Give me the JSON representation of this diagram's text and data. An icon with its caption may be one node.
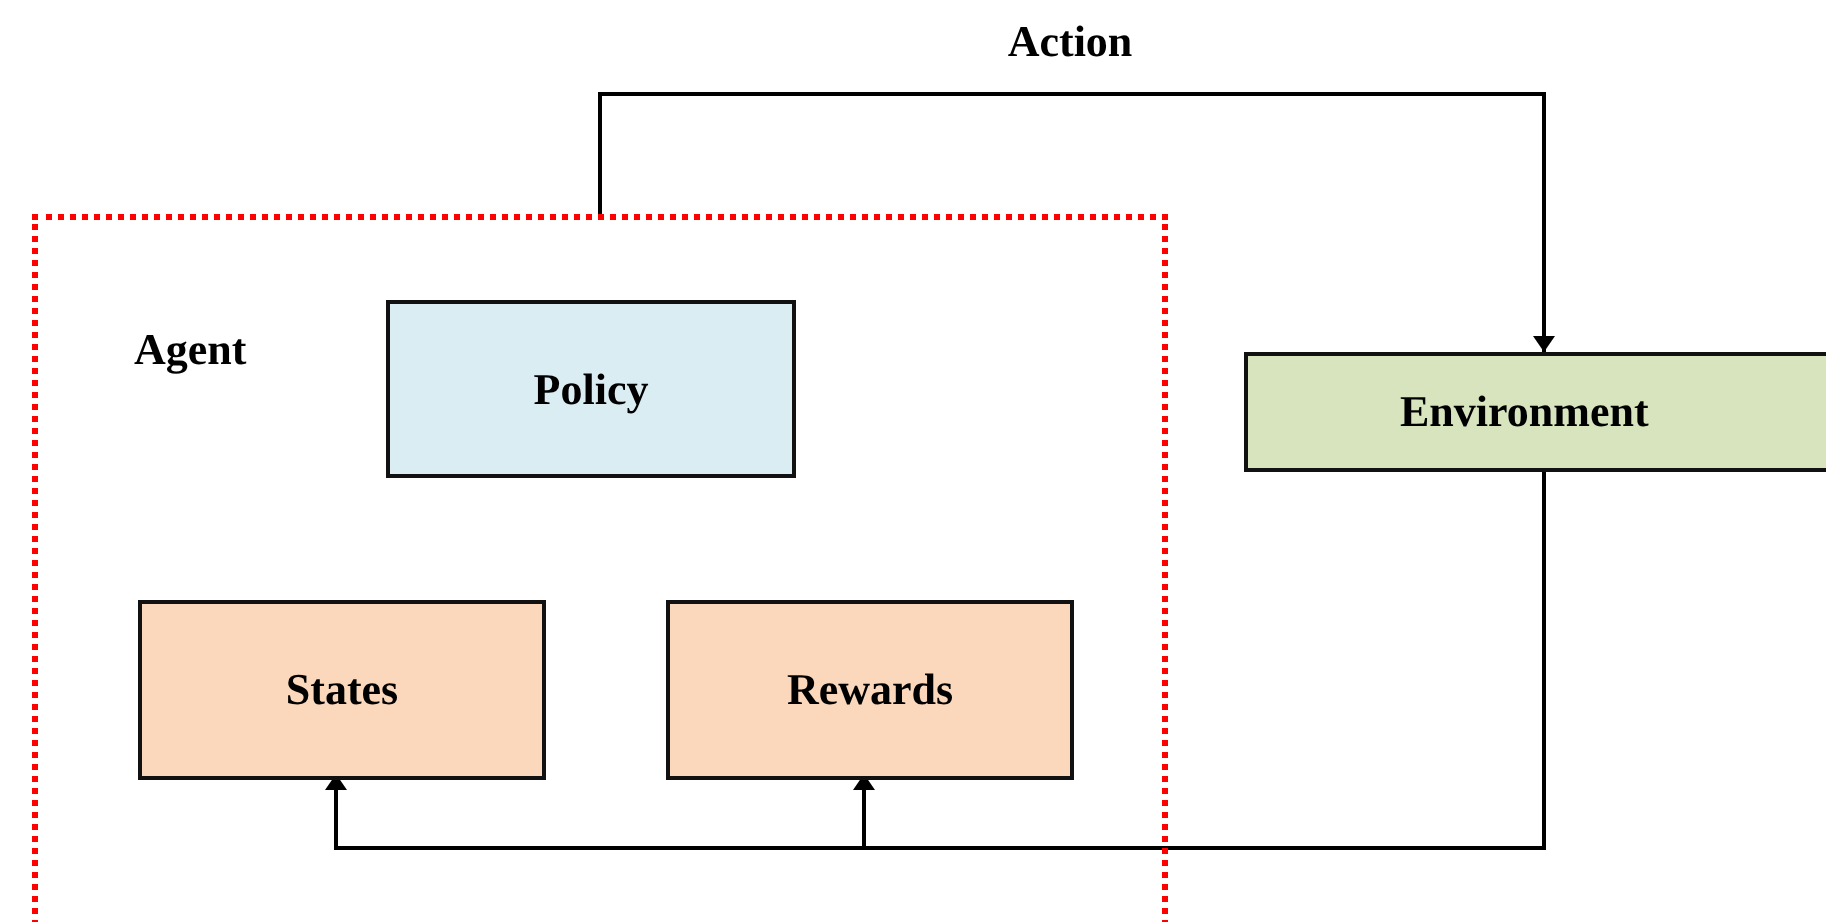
{
  "diagram": {
    "nodes": [
      {
        "text": [
          "Agent"
        ]
      },
      {
        "text": [
          "Policy"
        ],
        "in": 0
      },
      {
        "text": [
          "States"
        ],
        "in": 0
      },
      {
        "text": [
          "Rewards"
        ],
        "in": 0
      },
      {
        "text": [
          "Environment"
        ]
      }
    ],
    "edges": [
      {
        "from": 0,
        "to": 4,
        "arrow": "to",
        "label": "Action"
      },
      {
        "from": 4,
        "to": 2,
        "arrow": "to"
      },
      {
        "from": 4,
        "to": 3,
        "arrow": "to"
      }
    ]
  }
}
